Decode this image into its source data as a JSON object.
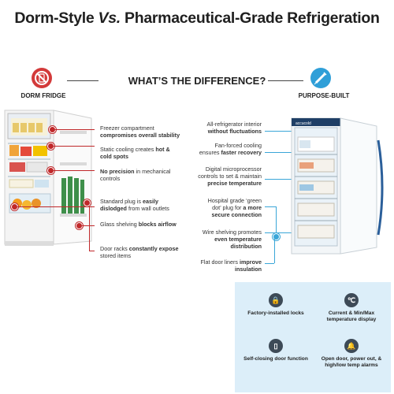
{
  "title": {
    "part1": "Dorm-Style ",
    "italic": "Vs.",
    "part2": " Pharmaceutical-Grade Refrigeration"
  },
  "subtitle": "WHAT’S THE DIFFERENCE?",
  "left_column": {
    "label": "DORM FRIDGE",
    "icon": "no-dorm-fridge-icon"
  },
  "right_column": {
    "label": "PURPOSE-BUILT",
    "icon": "syringe-icon"
  },
  "colors": {
    "accent_red": "#c0282a",
    "accent_blue": "#3aa6d8",
    "panel_bg": "#dceef9"
  },
  "dorm_annotations": [
    {
      "line1": "Freezer compartment",
      "bold": "compromises overall stability"
    },
    {
      "line1": "Static cooling creates ",
      "bold": "hot &",
      "bold2": "cold spots"
    },
    {
      "bold": "No precision",
      "rest": " in mechanical",
      "line2": "controls"
    },
    {
      "line1": "Standard plug is ",
      "bold": "easily",
      "bold2": "dislodged",
      "rest": " from wall outlets"
    },
    {
      "line1": "Glass shelving ",
      "bold": "blocks airflow"
    },
    {
      "line1": "Door racks ",
      "bold": "constantly expose",
      "line2": "stored items"
    }
  ],
  "pro_annotations": [
    {
      "line1": "All-refrigerator interior",
      "bold": "without fluctuations"
    },
    {
      "line1": "Fan-forced cooling",
      "line2a": "ensures ",
      "bold": "faster recovery"
    },
    {
      "line1": "Digital microprocessor",
      "line2": "controls to set & maintain",
      "bold": "precise temperature"
    },
    {
      "line1": "Hospital grade ‘green",
      "line2a": "dot’ plug for ",
      "bold": "a more",
      "bold2": "secure connection"
    },
    {
      "line1": "Wire shelving promotes",
      "bold": "even temperature",
      "bold2": "distribution"
    },
    {
      "line1": "Flat door liners ",
      "bold": "improve",
      "bold2": "insulation"
    }
  ],
  "features": [
    {
      "icon": "lock-icon",
      "glyph": "🔒",
      "label": "Factory-installed locks"
    },
    {
      "icon": "thermometer-icon",
      "glyph": "℃",
      "label": "Current & Min/Max temperature display"
    },
    {
      "icon": "door-icon",
      "glyph": "▯",
      "label": "Self-closing door function"
    },
    {
      "icon": "alarm-bell-icon",
      "glyph": "🔔",
      "label": "Open door, power out, & high/low temp alarms"
    }
  ],
  "pro_fridge": {
    "brand": "accucold"
  }
}
